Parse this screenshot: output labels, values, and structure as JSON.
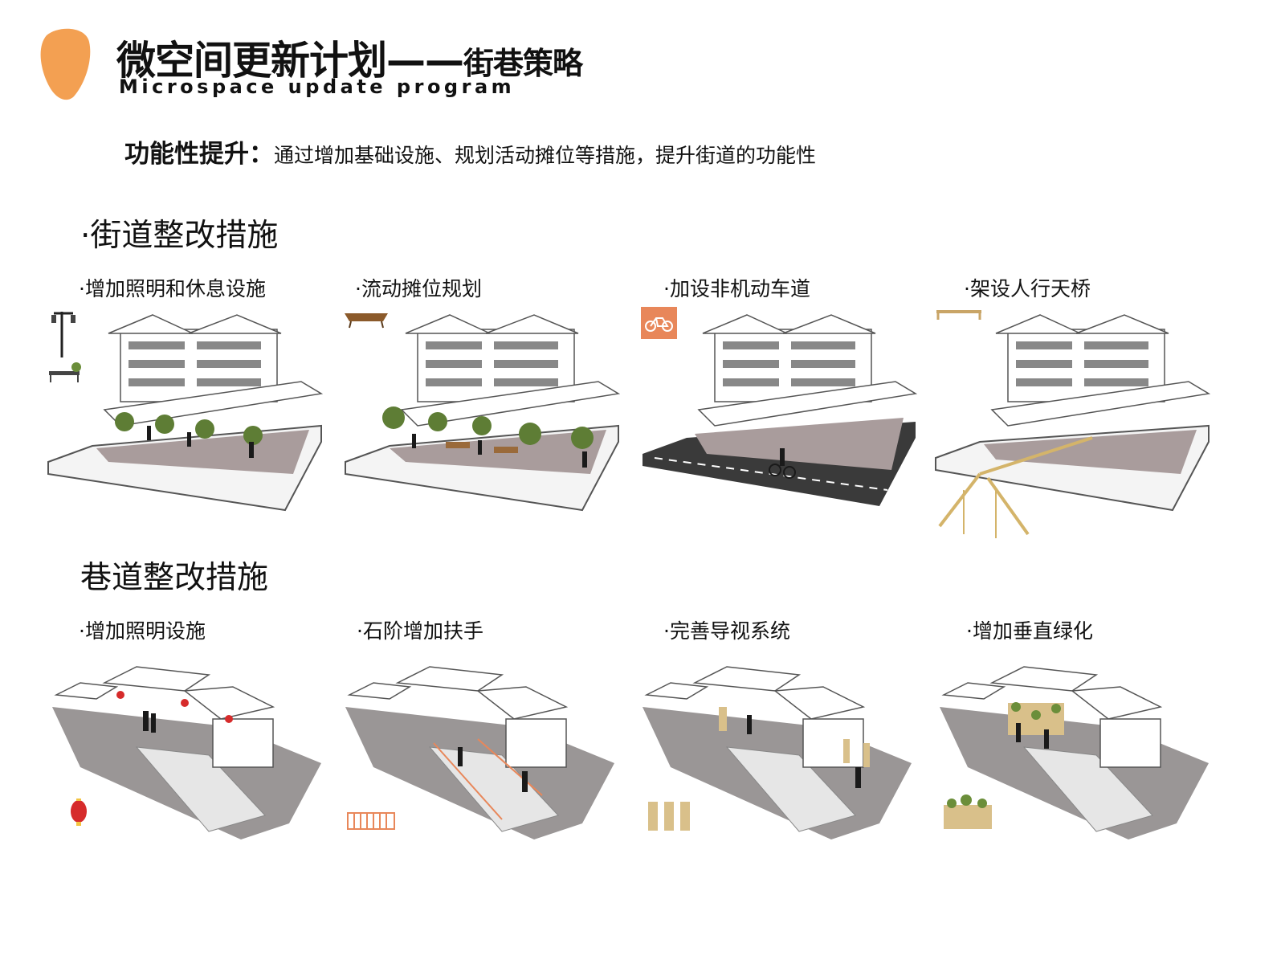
{
  "header": {
    "title_main": "微空间更新计划",
    "title_dash": "——",
    "title_sub": "街巷策略",
    "subtitle_en": "Microspace update program",
    "accent_color": "#f3a052"
  },
  "intro": {
    "label": "功能性提升：",
    "text": "通过增加基础设施、规划活动摊位等措施，提升街道的功能性"
  },
  "street_section": {
    "title": "·街道整改措施",
    "items": [
      {
        "label": "·增加照明和休息设施",
        "icon": "streetlamp-bench-icon"
      },
      {
        "label": "·流动摊位规划",
        "icon": "market-stall-icon"
      },
      {
        "label": "·加设非机动车道",
        "icon": "bicycle-icon"
      },
      {
        "label": "·架设人行天桥",
        "icon": "footbridge-icon"
      }
    ]
  },
  "lane_section": {
    "title": "巷道整改措施",
    "items": [
      {
        "label": "·增加照明设施",
        "icon": "red-lantern-icon"
      },
      {
        "label": "·石阶增加扶手",
        "icon": "handrail-icon"
      },
      {
        "label": "·完善导视系统",
        "icon": "signage-icon"
      },
      {
        "label": "·增加垂直绿化",
        "icon": "vertical-greenery-icon"
      }
    ]
  }
}
